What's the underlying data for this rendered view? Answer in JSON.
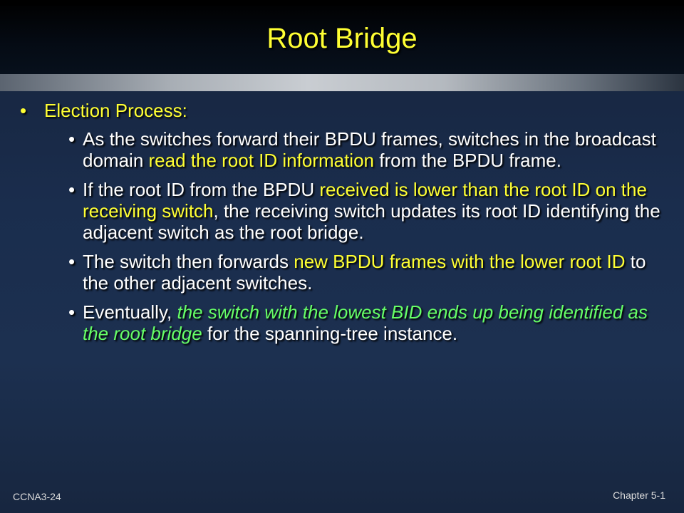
{
  "slide": {
    "title": "Root Bridge",
    "heading": "Election Process:",
    "bullets": [
      {
        "parts": [
          "As the switches forward their BPDU frames, switches in the broadcast domain ",
          "read the root ID information",
          " from the BPDU frame."
        ]
      },
      {
        "parts": [
          "If the root ID from the BPDU ",
          "received is lower than the root ID on the receiving switch",
          ", the receiving switch updates its root ID identifying the adjacent switch as the root bridge."
        ]
      },
      {
        "parts": [
          "The switch then forwards ",
          "new BPDU frames with the lower root ID",
          " to the other adjacent switches."
        ]
      },
      {
        "parts": [
          "Eventually, ",
          "the switch with the lowest BID ends up being identified as the root bridge",
          " for the spanning-tree instance."
        ]
      }
    ]
  },
  "footer": {
    "left": "CCNA3-24",
    "right": "Chapter 5-1"
  },
  "colors": {
    "title": "#ffff33",
    "highlight_yellow": "#ffff33",
    "highlight_green": "#66ff66",
    "body_text": "#ffffff"
  }
}
